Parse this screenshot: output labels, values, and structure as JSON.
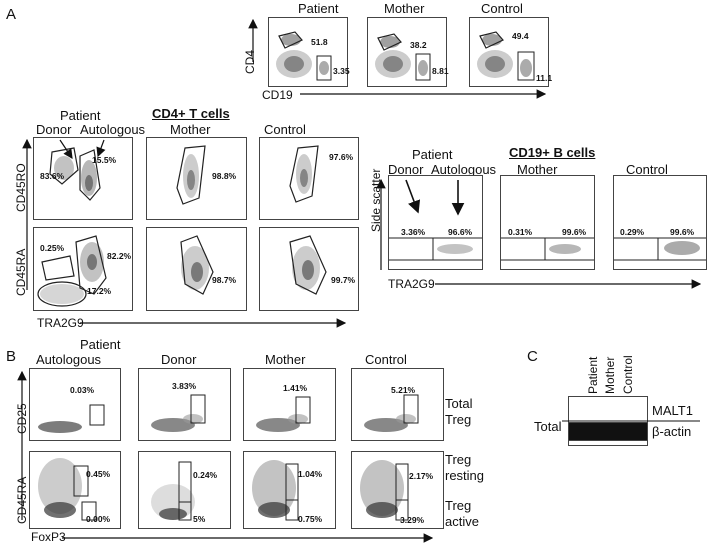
{
  "panel_a": {
    "letter": "A",
    "top_row": {
      "titles": [
        "Patient",
        "Mother",
        "Control"
      ],
      "y_axis": "CD4",
      "x_axis": "CD19",
      "cd4_values": [
        "51.8",
        "38.2",
        "49.4"
      ],
      "cd19_values": [
        "3.35",
        "8.81",
        "11.1"
      ]
    },
    "tcell": {
      "header": "CD4+ T cells",
      "patient_label": "Patient",
      "donor_label": "Donor",
      "autologous_label": "Autologous",
      "mother_label": "Mother",
      "control_label": "Control",
      "cd45ro_axis": "CD45RO",
      "cd45ra_axis": "CD45RA",
      "x_axis": "TRA2G9",
      "ro_patient_left": "83.6%",
      "ro_patient_right": "15.5%",
      "ro_mother": "98.8%",
      "ro_control": "97.6%",
      "ra_patient_a": "0.25%",
      "ra_patient_b": "82.2%",
      "ra_patient_c": "17.2%",
      "ra_mother": "98.7%",
      "ra_control": "99.7%"
    },
    "bcell": {
      "header": "CD19+ B cells",
      "patient_label": "Patient",
      "donor_label": "Donor",
      "autologous_label": "Autologous",
      "mother_label": "Mother",
      "control_label": "Control",
      "y_axis": "Side scatter",
      "x_axis": "TRA2G9",
      "patient_left": "3.36%",
      "patient_right": "96.6%",
      "mother_left": "0.31%",
      "mother_right": "99.6%",
      "control_left": "0.29%",
      "control_right": "99.6%"
    }
  },
  "panel_b": {
    "letter": "B",
    "patient_label": "Patient",
    "titles": [
      "Autologous",
      "Donor",
      "Mother",
      "Control"
    ],
    "cd25_axis": "CD25",
    "cd45ra_axis": "CD45RA",
    "x_axis": "FoxP3",
    "cd25_values": [
      "0.03%",
      "3.83%",
      "1.41%",
      "5.21%"
    ],
    "resting_values": [
      "0.45%",
      "0.24%",
      "1.04%",
      "2.17%"
    ],
    "active_values": [
      "0.00%",
      "5%",
      "0.75%",
      "3.29%"
    ],
    "total_treg": [
      "Total",
      "Treg"
    ],
    "treg_resting": [
      "Treg",
      "resting"
    ],
    "treg_active": [
      "Treg",
      "active"
    ]
  },
  "panel_c": {
    "letter": "C",
    "lanes": [
      "Patient",
      "Mother",
      "Control"
    ],
    "total_label": "Total",
    "malt1": "MALT1",
    "actin": "β-actin"
  }
}
